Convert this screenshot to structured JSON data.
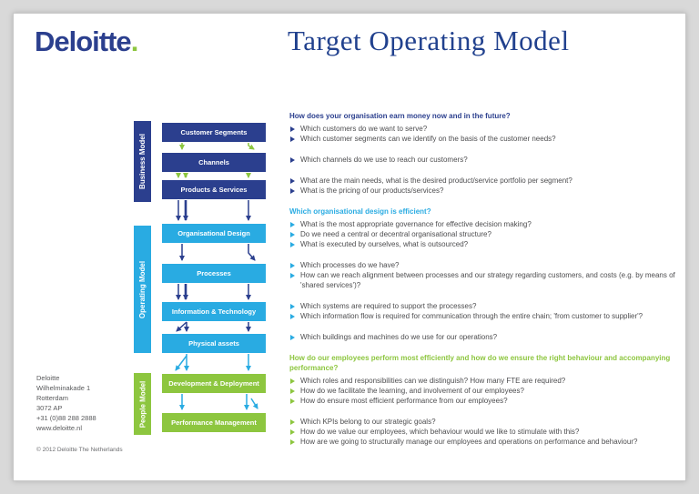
{
  "page": {
    "logo_text": "Deloitte",
    "logo_dot": ".",
    "title": "Target Operating Model",
    "copyright": "© 2012 Deloitte The Netherlands"
  },
  "colors": {
    "navy": "#2B3F8E",
    "blue": "#29ABE2",
    "green": "#8DC63F",
    "title_navy": "#21418E",
    "body_text": "#4D4D4F",
    "footer_text": "#58595B"
  },
  "diagram": {
    "bars": [
      {
        "label": "Business Model",
        "theme": "navy"
      },
      {
        "label": "Operating Model",
        "theme": "blue"
      },
      {
        "label": "People Model",
        "theme": "green"
      }
    ],
    "boxes": [
      {
        "label": "Customer Segments",
        "theme": "navy"
      },
      {
        "label": "Channels",
        "theme": "navy"
      },
      {
        "label": "Products & Services",
        "theme": "navy"
      },
      {
        "label": "Organisational Design",
        "theme": "blue"
      },
      {
        "label": "Processes",
        "theme": "blue"
      },
      {
        "label": "Information & Technology",
        "theme": "blue"
      },
      {
        "label": "Physical assets",
        "theme": "blue"
      },
      {
        "label": "Development & Deployment",
        "theme": "green"
      },
      {
        "label": "Performance Management",
        "theme": "green"
      }
    ],
    "bullet_icon": "triangle-right"
  },
  "questions": {
    "sections": [
      {
        "theme": "navy",
        "header": "How does your organisation earn money now and in the future?",
        "groups": [
          [
            "Which customers do we want to serve?",
            "Which customer segments can we identify on the basis of the customer needs?"
          ],
          [
            "Which channels do we use to reach our customers?"
          ],
          [
            "What are the main needs, what is the desired product/service portfolio per segment?",
            "What is the pricing of our products/services?"
          ]
        ]
      },
      {
        "theme": "blue",
        "header": "Which organisational design is efficient?",
        "groups": [
          [
            "What is the most appropriate governance for effective decision making?",
            "Do we need a central or decentral organisational structure?",
            "What is executed by ourselves, what is outsourced?"
          ],
          [
            "Which processes do we have?",
            "How can we reach alignment between processes and our strategy regarding customers, and costs (e.g. by means of 'shared services')?"
          ],
          [
            "Which systems are required to support the processes?",
            "Which information flow is required for communication through the entire chain; 'from customer to supplier'?"
          ],
          [
            "Which buildings and machines do we use for our operations?"
          ]
        ]
      },
      {
        "theme": "green",
        "header": "How do our employees perform most efficiently and how do we ensure the right behaviour and accompanying performance?",
        "groups": [
          [
            "Which roles and responsibilities can we distinguish? How many FTE are required?",
            "How do we facilitate the learning, and involvement of our employees?",
            "How do ensure most efficient performance from our employees?"
          ],
          [
            "Which KPIs belong to our strategic goals?",
            "How do we value our employees, which behaviour would we like to stimulate with this?",
            "How are we going to structurally manage our employees and operations on performance and behaviour?"
          ]
        ]
      }
    ]
  },
  "address": {
    "lines": [
      "Deloitte",
      "Wilhelminakade 1",
      "Rotterdam",
      "3072 AP",
      "+31 (0)88 288 2888",
      "www.deloitte.nl"
    ]
  }
}
